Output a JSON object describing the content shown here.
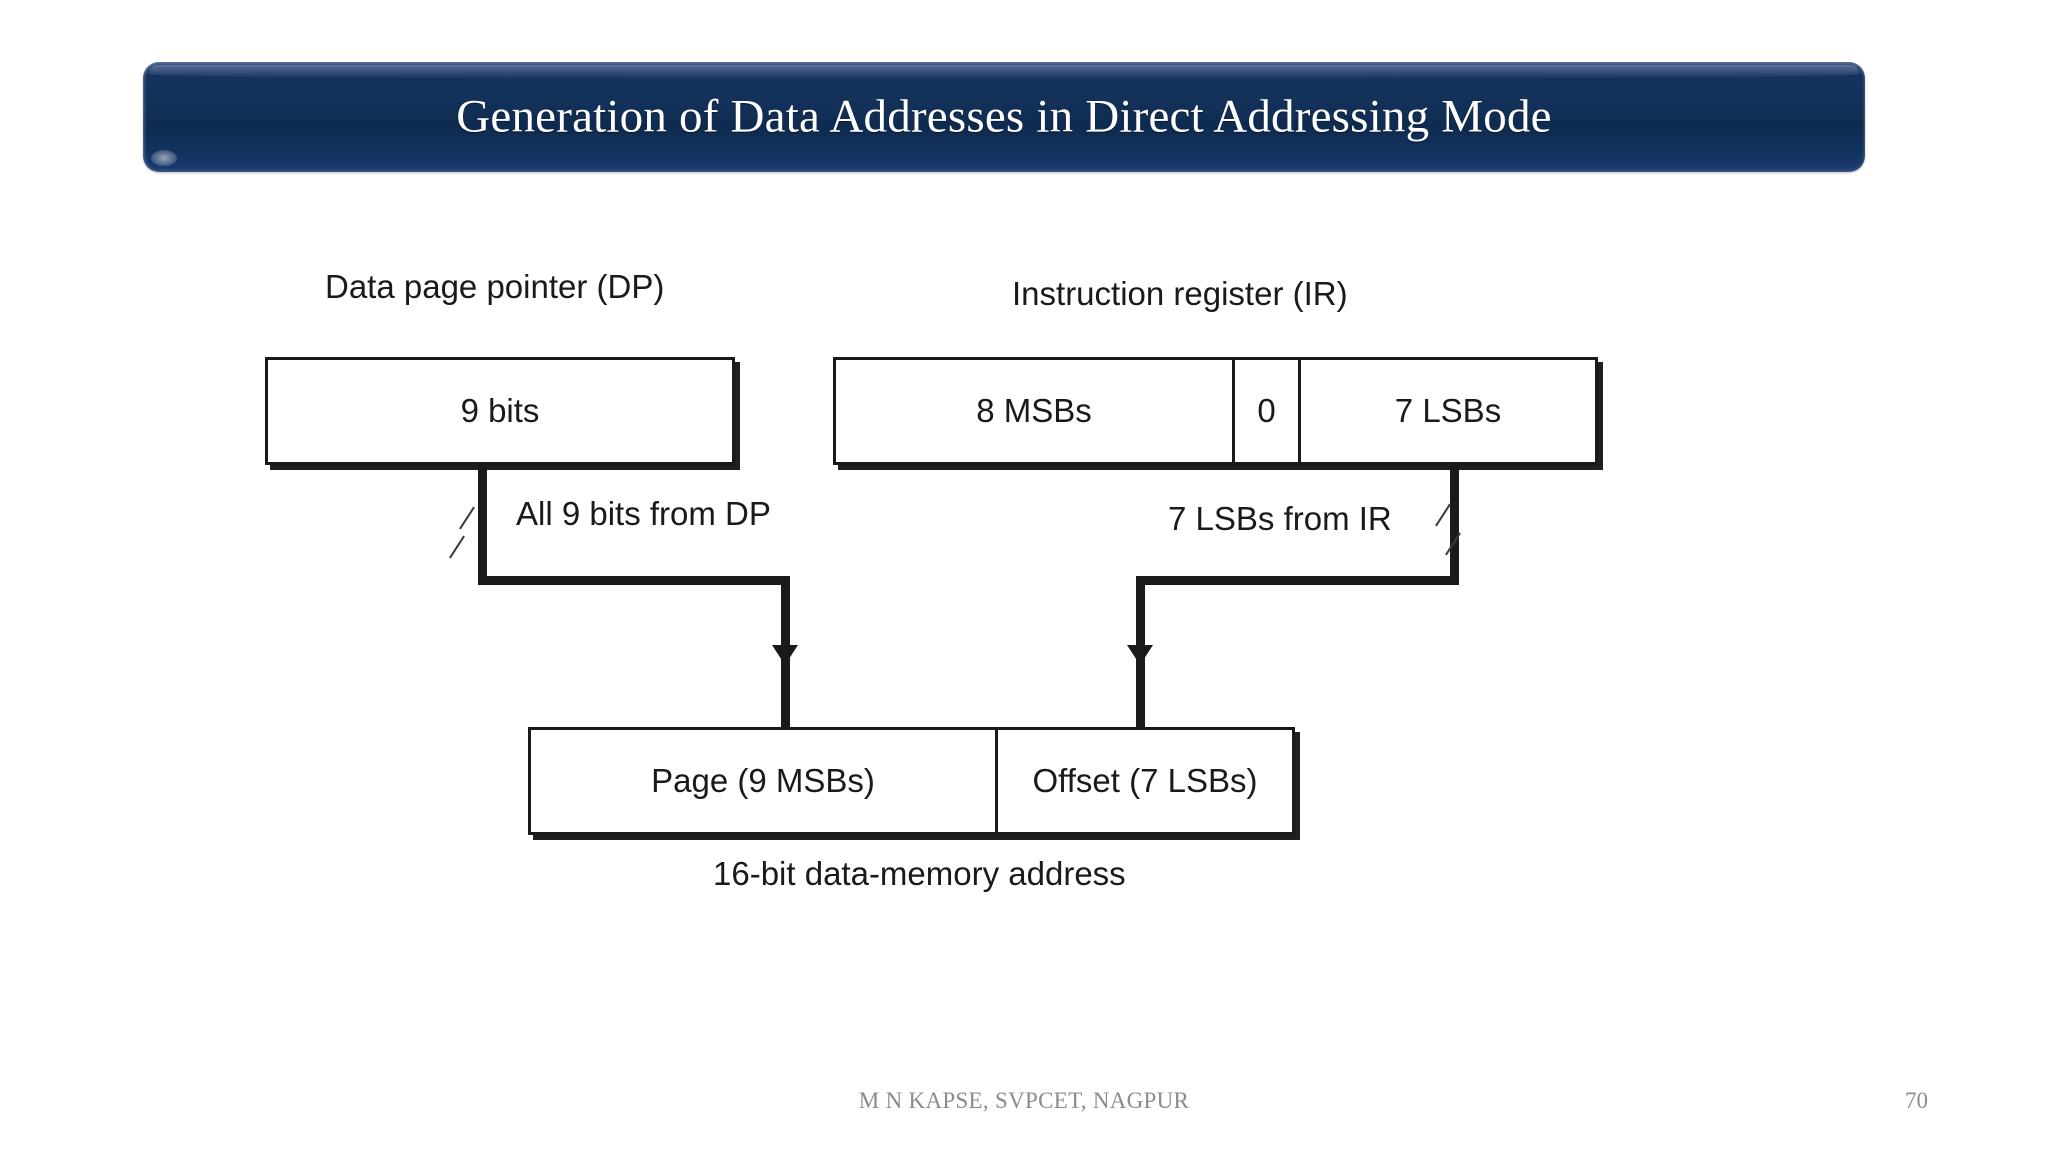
{
  "slide": {
    "title": "Generation of Data Addresses in Direct Addressing Mode",
    "title_bar_color": "#12325d",
    "background_color": "#ffffff"
  },
  "diagram": {
    "ink_color": "#1a1a1a",
    "dp": {
      "caption": "Data page pointer (DP)",
      "cells": [
        {
          "label": "9 bits"
        }
      ]
    },
    "ir": {
      "caption": "Instruction register (IR)",
      "cells": [
        {
          "label": "8 MSBs"
        },
        {
          "label": "0"
        },
        {
          "label": "7 LSBs"
        }
      ]
    },
    "bus_labels": {
      "dp_bus": "All 9 bits from DP",
      "ir_bus": "7 LSBs from IR"
    },
    "result": {
      "cells": [
        {
          "label": "Page (9 MSBs)"
        },
        {
          "label": "Offset (7 LSBs)"
        }
      ],
      "caption": "16-bit data-memory address"
    }
  },
  "footer": {
    "credit": "M N KAPSE, SVPCET, NAGPUR",
    "slide_number": "70"
  }
}
